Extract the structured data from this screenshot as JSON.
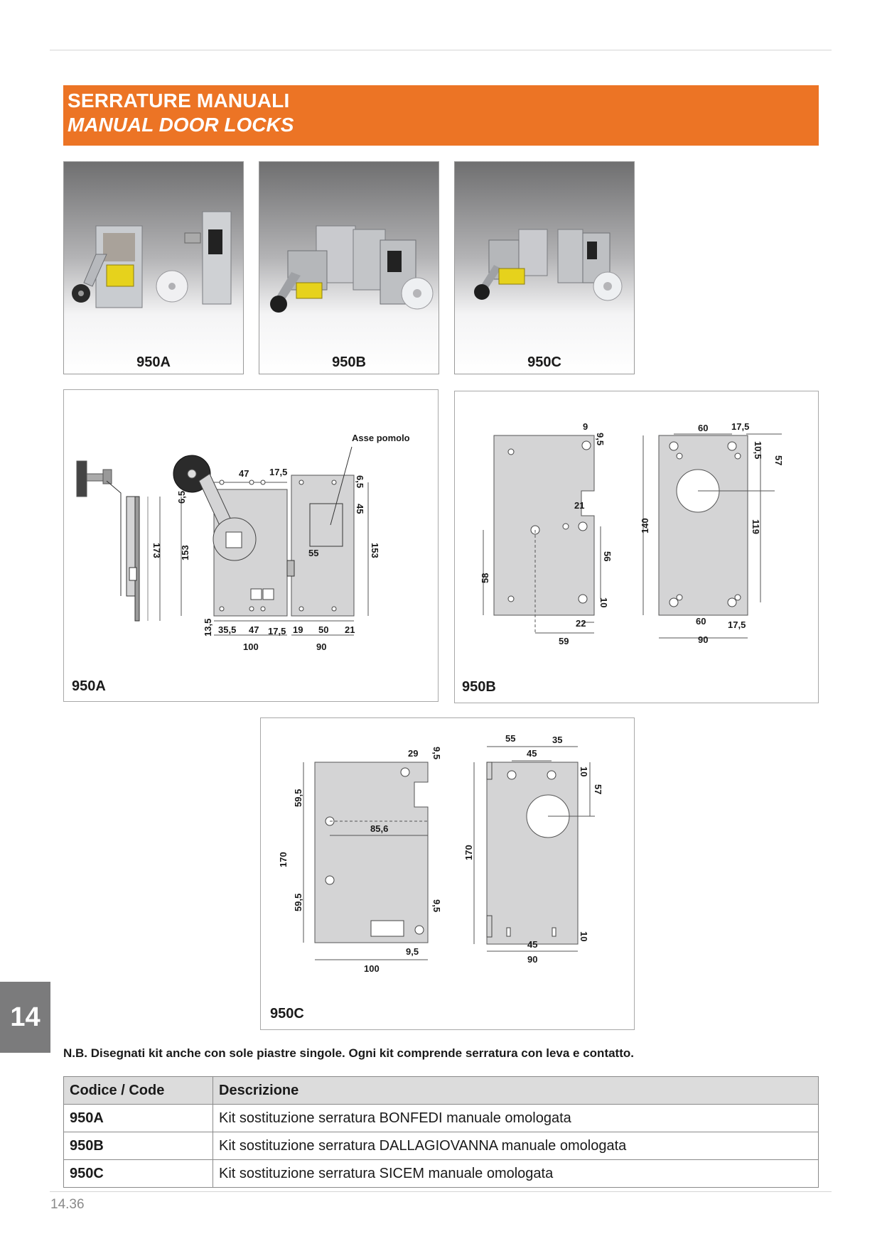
{
  "header": {
    "title_it": "SERRATURE MANUALI",
    "title_en": "MANUAL DOOR LOCKS"
  },
  "photos": [
    {
      "caption": "950A"
    },
    {
      "caption": "950B"
    },
    {
      "caption": "950C"
    }
  ],
  "drawings": {
    "a": {
      "label": "950A",
      "note": "Asse pomolo",
      "dims": [
        "47",
        "17,5",
        "6,5",
        "6,5",
        "45",
        "153",
        "173",
        "153",
        "55",
        "13,5",
        "35,5",
        "47",
        "17,5",
        "19",
        "50",
        "21",
        "100",
        "90"
      ]
    },
    "b": {
      "label": "950B",
      "dims": [
        "9",
        "9,5",
        "21",
        "56",
        "58",
        "10",
        "22",
        "59",
        "60",
        "17,5",
        "10,5",
        "57",
        "140",
        "119",
        "60",
        "17,5",
        "90"
      ]
    },
    "c": {
      "label": "950C",
      "dims": [
        "29",
        "9,5",
        "59,5",
        "85,6",
        "170",
        "59,5",
        "9,5",
        "9,5",
        "100",
        "55",
        "35",
        "45",
        "10",
        "57",
        "170",
        "10",
        "45",
        "90"
      ]
    }
  },
  "note": "N.B. Disegnati kit anche con sole piastre singole. Ogni kit comprende serratura con leva e contatto.",
  "side_tab": "14",
  "table": {
    "headers": [
      "Codice / Code",
      "Descrizione"
    ],
    "rows": [
      {
        "code": "950A",
        "desc": "Kit sostituzione serratura BONFEDI manuale omologata"
      },
      {
        "code": "950B",
        "desc": "Kit sostituzione serratura DALLAGIOVANNA manuale omologata"
      },
      {
        "code": "950C",
        "desc": "Kit sostituzione serratura SICEM manuale omologata"
      }
    ]
  },
  "page_number": "14.36",
  "colors": {
    "accent": "#ec7425",
    "side_tab": "#7b7b7c",
    "plate": "#d4d4d5"
  }
}
